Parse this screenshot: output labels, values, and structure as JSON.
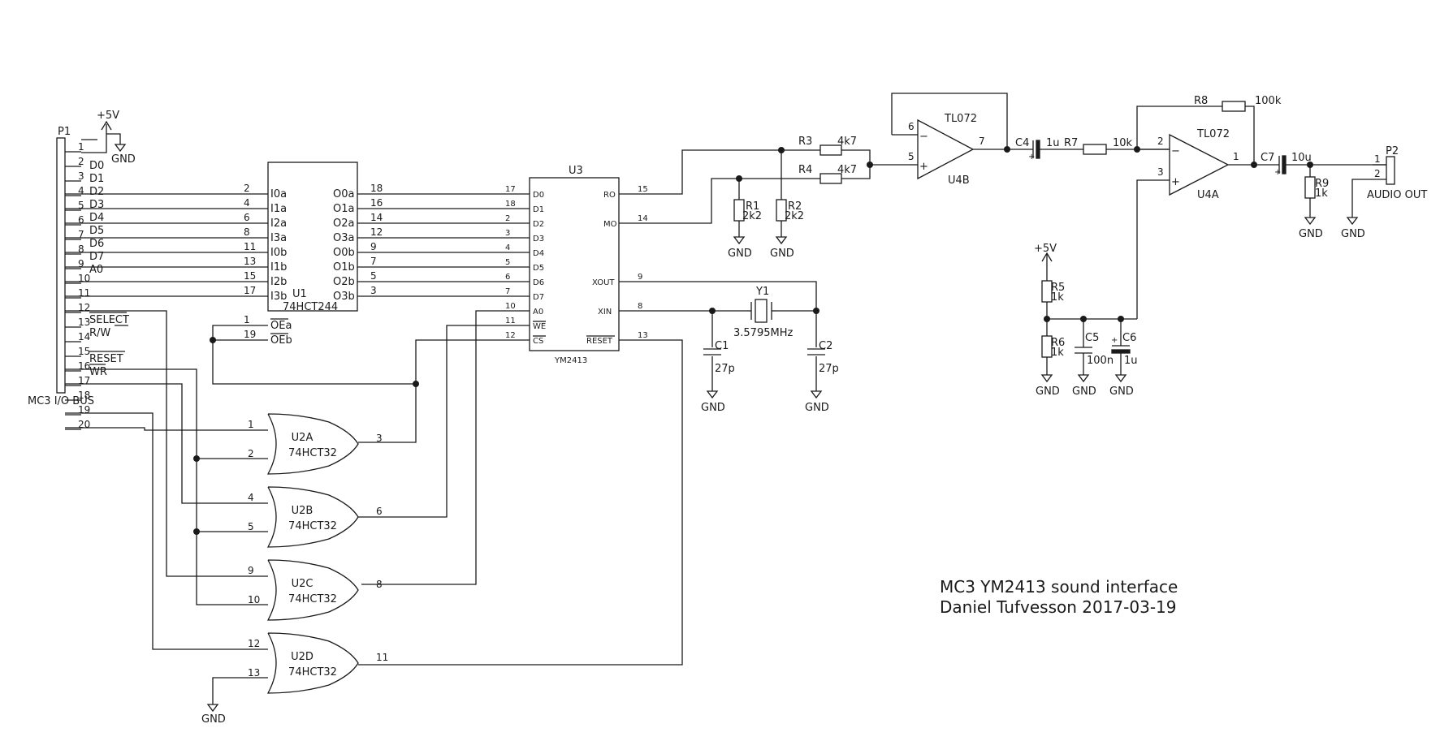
{
  "title": {
    "line1": "MC3 YM2413 sound interface",
    "line2": "Daniel Tufvesson 2017-03-19"
  },
  "p1": {
    "ref": "P1",
    "name": "MC3 I/O BUS",
    "pins": [
      "1",
      "2",
      "3",
      "4",
      "5",
      "6",
      "7",
      "8",
      "9",
      "10",
      "11",
      "12",
      "13",
      "14",
      "15",
      "16",
      "17",
      "18",
      "19",
      "20"
    ],
    "signals": [
      "D0",
      "D1",
      "D2",
      "D3",
      "D4",
      "D5",
      "D6",
      "D7",
      "A0",
      "SELECT",
      "R/W",
      "RESET",
      "WR"
    ]
  },
  "u1": {
    "ref": "U1",
    "value": "74HCT244",
    "inputs": [
      "I0a",
      "I1a",
      "I2a",
      "I3a",
      "I0b",
      "I1b",
      "I2b",
      "I3b"
    ],
    "outputs": [
      "O0a",
      "O1a",
      "O2a",
      "O3a",
      "O0b",
      "O1b",
      "O2b",
      "O3b"
    ],
    "oe": [
      "OEa",
      "OEb"
    ],
    "in_pins": [
      "2",
      "4",
      "6",
      "8",
      "11",
      "13",
      "15",
      "17"
    ],
    "out_pins": [
      "18",
      "16",
      "14",
      "12",
      "9",
      "7",
      "5",
      "3"
    ],
    "oe_pins": [
      "1",
      "19"
    ]
  },
  "u3": {
    "ref": "U3",
    "value": "YM2413",
    "left": [
      "D0",
      "D1",
      "D2",
      "D3",
      "D4",
      "D5",
      "D6",
      "D7",
      "A0",
      "WE",
      "CS"
    ],
    "left_pins": [
      "17",
      "18",
      "2",
      "3",
      "4",
      "5",
      "6",
      "7",
      "10",
      "11",
      "12"
    ],
    "right": [
      "RO",
      "MO",
      "XOUT",
      "XIN",
      "RESET"
    ],
    "right_pins": [
      "15",
      "14",
      "9",
      "8",
      "13"
    ]
  },
  "u2": {
    "gates": [
      {
        "ref": "U2A",
        "value": "74HCT32",
        "in1": "1",
        "in2": "2",
        "out": "3"
      },
      {
        "ref": "U2B",
        "value": "74HCT32",
        "in1": "4",
        "in2": "5",
        "out": "6"
      },
      {
        "ref": "U2C",
        "value": "74HCT32",
        "in1": "9",
        "in2": "10",
        "out": "8"
      },
      {
        "ref": "U2D",
        "value": "74HCT32",
        "in1": "12",
        "in2": "13",
        "out": "11"
      }
    ]
  },
  "y1": {
    "ref": "Y1",
    "value": "3.5795MHz"
  },
  "c1": {
    "ref": "C1",
    "value": "27p"
  },
  "c2": {
    "ref": "C2",
    "value": "27p"
  },
  "c4": {
    "ref": "C4",
    "value": "1u"
  },
  "c5": {
    "ref": "C5",
    "value": "100n"
  },
  "c6": {
    "ref": "C6",
    "value": "1u"
  },
  "c7": {
    "ref": "C7",
    "value": "10u"
  },
  "r1": {
    "ref": "R1",
    "value": "2k2"
  },
  "r2": {
    "ref": "R2",
    "value": "2k2"
  },
  "r3": {
    "ref": "R3",
    "value": "4k7"
  },
  "r4": {
    "ref": "R4",
    "value": "4k7"
  },
  "r5": {
    "ref": "R5",
    "value": "1k"
  },
  "r6": {
    "ref": "R6",
    "value": "1k"
  },
  "r7": {
    "ref": "R7",
    "value": "10k"
  },
  "r8": {
    "ref": "R8",
    "value": "100k"
  },
  "r9": {
    "ref": "R9",
    "value": "1k"
  },
  "u4b": {
    "ref": "U4B",
    "value": "TL072",
    "inv": "6",
    "noninv": "5",
    "out": "7"
  },
  "u4a": {
    "ref": "U4A",
    "value": "TL072",
    "inv": "2",
    "noninv": "3",
    "out": "1"
  },
  "p2": {
    "ref": "P2",
    "name": "AUDIO OUT",
    "pins": [
      "1",
      "2"
    ]
  },
  "power": {
    "gnd": "GND",
    "vcc": "+5V"
  }
}
